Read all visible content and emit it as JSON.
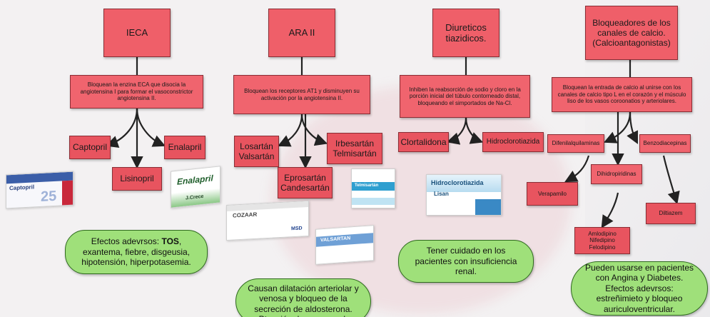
{
  "colors": {
    "node": "#f0646e",
    "note": "#9fe07a",
    "line": "#222222"
  },
  "columns": [
    {
      "header": "IECA",
      "mechanism": "Bloquean la enzina ECA que disocia la angiotensina I para formar el vasoconstrictor angiotensina II.",
      "drugs": [
        "Captopril",
        "Lisinopril",
        "Enalapril"
      ],
      "images": [
        {
          "name": "Captopril",
          "sub": "25"
        },
        {
          "name": "Enalapril",
          "sub": "J.Crece"
        }
      ],
      "note_plain": "Efectos adevrsos: ",
      "note_bold": "TOS",
      "note_rest": ", exantema, fiebre, disgeusia, hipotensión, hiperpotasemia."
    },
    {
      "header": "ARA II",
      "mechanism": "Bloquean los receptores AT1 y disminuyen su activación por la angiotensina II.",
      "drugs": [
        "Losartán\nValsartán",
        "Eprosartán\nCandesartán",
        "Irbesartán\nTelmisartán"
      ],
      "images": [
        {
          "name": "COZAAR",
          "sub": "MSD"
        },
        {
          "name": "Telmisartán",
          "sub": ""
        },
        {
          "name": "VALSARTAN",
          "sub": ""
        }
      ],
      "note": "Causan dilatación arteriolar y venosa y bloqueo de la secreción de aldosterona. Ptención de agua y sal."
    },
    {
      "header": "Diureticos tiazidicos.",
      "mechanism": "Inhiben la reabsorción de sodio y cloro en la porción inicial del túbulo contorneado distal, bloqueando el simportados de Na-Cl.",
      "drugs": [
        "Clortalidona",
        "Hidroclorotiazida"
      ],
      "images": [
        {
          "name": "Hidroclorotiazida",
          "sub": "Lisan"
        }
      ],
      "note": "Tener cuidado en los pacientes con insuficiencia renal."
    },
    {
      "header": "Bloqueadores de los canales de calcio. (Calcioantagonistas)",
      "mechanism": "Bloquean la entrada de calcio al unirse con los canales de calcio tipo L en el corazón y el músculo liso de los vasos coroonatios y arteriolares.",
      "groups": [
        "Difenilalquilaminas",
        "Dihidropiridinas",
        "Benzodiacepinas"
      ],
      "drugs": [
        "Verapamilo",
        "Amlodipino\nNifedipino\nFelodipino",
        "Diltiazem"
      ],
      "note": "Pueden usarse en pacientes con Angina y Diabetes. Efectos adevrsos: estreñimieto y bloqueo auriculoventricular."
    }
  ]
}
